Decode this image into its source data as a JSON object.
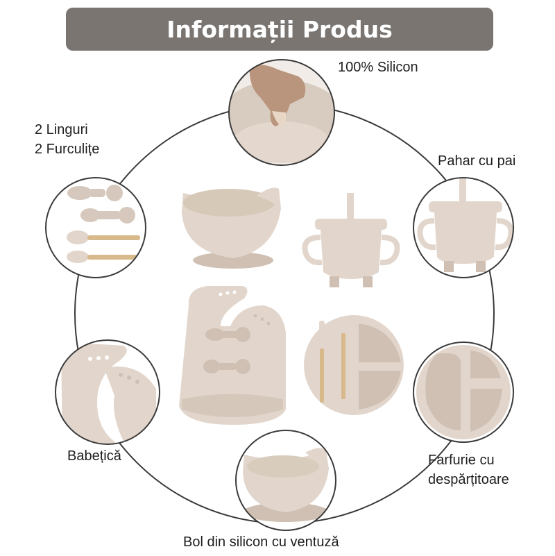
{
  "header": {
    "title": "Informații Produs"
  },
  "labels": {
    "silicon": "100% Silicon",
    "spoons_line1": "2 Linguri",
    "spoons_line2": "2 Furculițe",
    "cup": "Pahar cu pai",
    "bib": "Babețică",
    "plate_line1": "Farfurie cu",
    "plate_line2": "despărțitoare",
    "bowl": "Bol din silicon cu ventuză"
  },
  "colors": {
    "header_bg": "#7a7571",
    "product": "#e2d6cc",
    "product_shade": "#cfc0b3",
    "wood": "#d8b98c"
  }
}
